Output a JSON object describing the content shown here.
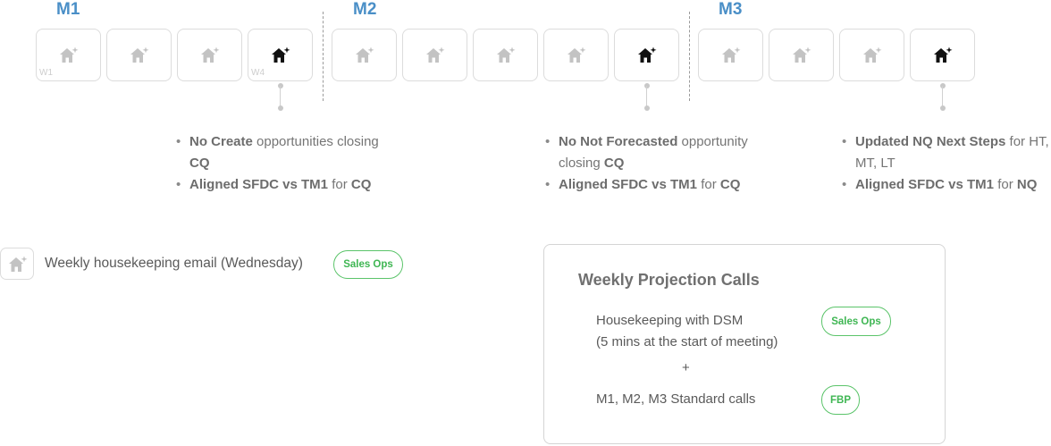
{
  "months": [
    {
      "label": "M1"
    },
    {
      "label": "M2"
    },
    {
      "label": "M3"
    }
  ],
  "week_labels": {
    "first": "W1",
    "last": "W4"
  },
  "icons": {
    "house": "house-sparkle-icon"
  },
  "colors": {
    "month_label": "#4a8fc7",
    "pill_green": "#3fb653",
    "active_icon": "#111111",
    "inactive_icon": "#c3c3c3"
  },
  "notes": {
    "m1": [
      {
        "bold1": "No Create",
        "text1": " opportunities closing ",
        "bold2": "CQ"
      },
      {
        "bold1": "Aligned SFDC vs TM1",
        "text1": " for ",
        "bold2": "CQ"
      }
    ],
    "m2": [
      {
        "bold1": "No Not Forecasted",
        "text1": " opportunity closing ",
        "bold2": "CQ"
      },
      {
        "bold1": "Aligned SFDC vs TM1",
        "text1": " for ",
        "bold2": "CQ"
      }
    ],
    "m3": [
      {
        "bold1": "Updated NQ Next Steps",
        "text1": " for HT, MT, LT",
        "bold2": ""
      },
      {
        "bold1": "Aligned SFDC vs TM1",
        "text1": " for ",
        "bold2": "NQ"
      }
    ]
  },
  "housekeeping": {
    "label": "Weekly housekeeping email (Wednesday)",
    "badge": "Sales Ops"
  },
  "projection_card": {
    "title": "Weekly Projection Calls",
    "line1": "Housekeeping with DSM",
    "line2": "(5 mins at the start of meeting)",
    "badge1": "Sales Ops",
    "plus": "+",
    "line3": "M1, M2, M3 Standard calls",
    "badge2": "FBP"
  }
}
